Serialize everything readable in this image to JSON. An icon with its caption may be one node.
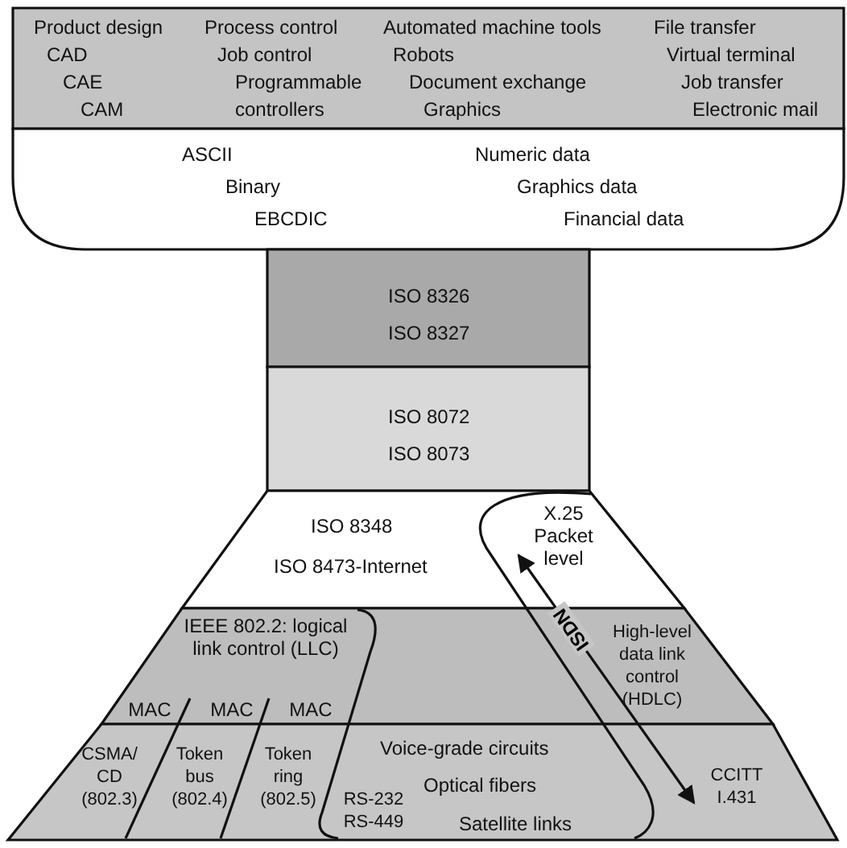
{
  "diagram": {
    "nodes": [
      {
        "text": [
          "Product design",
          "CAD",
          "CAE",
          "CAM",
          "Process control",
          "Job control",
          "Programmable",
          "controllers",
          "Automated machine tools",
          "Robots",
          "Document exchange",
          "Graphics",
          "File transfer",
          "Virtual terminal",
          "Job transfer",
          "Electronic mail"
        ]
      },
      {
        "text": [
          "ASCII",
          "Binary",
          "EBCDIC",
          "Numeric data",
          "Graphics data",
          "Financial data"
        ]
      },
      {
        "text": [
          "ISO 8326",
          "ISO 8327"
        ]
      },
      {
        "text": [
          "ISO 8072",
          "ISO 8073"
        ]
      },
      {
        "text": [
          "ISO 8348",
          "ISO 8473-Internet"
        ]
      },
      {
        "text": [
          "X.25 Packet level"
        ],
        "in": 4
      },
      {
        "text": [],
        "shape": "box"
      },
      {
        "text": [
          "IEEE 802.2: logical link control (LLC)"
        ],
        "in": 6
      },
      {
        "text": [
          "MAC"
        ],
        "in": 6
      },
      {
        "text": [
          "MAC"
        ],
        "in": 6
      },
      {
        "text": [
          "MAC"
        ],
        "in": 6
      },
      {
        "text": [
          "High-level data link control (HDLC)"
        ],
        "in": 6
      },
      {
        "text": [],
        "shape": "box"
      },
      {
        "text": [
          "CSMA/ CD (802.3)"
        ],
        "in": 12
      },
      {
        "text": [
          "Token bus (802.4)"
        ],
        "in": 12
      },
      {
        "text": [
          "Token ring (802.5)"
        ],
        "in": 12
      },
      {
        "text": [
          "RS-232 RS-449"
        ],
        "in": 12
      },
      {
        "text": [
          "Voice-grade circuits",
          "Optical fibers",
          "Satellite links"
        ],
        "in": 12
      },
      {
        "text": [
          "CCITT I.431"
        ],
        "in": 12
      }
    ],
    "edges": [
      {
        "from": 18,
        "to": 5,
        "arrow": "both",
        "label": "ISDN"
      }
    ]
  }
}
